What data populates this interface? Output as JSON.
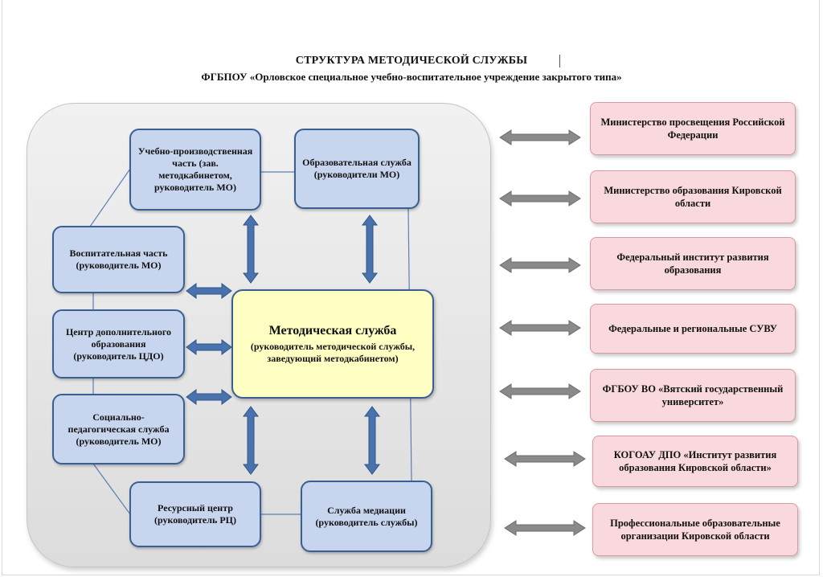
{
  "title": "СТРУКТУРА МЕТОДИЧЕСКОЙ СЛУЖБЫ",
  "subtitle": "ФГБПОУ «Орловское специальное учебно-воспитательное учреждение закрытого типа»",
  "center": {
    "title": "Методическая служба",
    "subtitle": "(руководитель методической службы, заведующий методкабинетом)"
  },
  "inner_units": [
    "Учебно-производственная часть (зав. методкабинетом, руководитель МО)",
    "Образовательная служба (руководители МО)",
    "Воспитательная часть (руководитель МО)",
    "Центр дополнительного образования (руководитель ЦДО)",
    "Социально-педагогическая служба (руководитель МО)",
    "Ресурсный центр (руководитель РЦ)",
    "Служба медиации (руководитель службы)"
  ],
  "partners": [
    "Министерство просвещения Российской Федерации",
    "Министерство образования Кировской области",
    "Федеральный институт развития образования",
    "Федеральные и региональные СУВУ",
    "ФГБОУ ВО «Вятский государственный университет»",
    "КОГОАУ ДПО «Институт развития образования Кировской области»",
    "Профессиональные образовательные организации Кировской области"
  ],
  "colors": {
    "inner_fill": "#c7d6ee",
    "inner_border": "#3a5f92",
    "center_fill": "#ffffc4",
    "partner_fill": "#f9d9dd",
    "blue_arrow": "#4a72ad",
    "gray_arrow": "#8a8a8a"
  }
}
